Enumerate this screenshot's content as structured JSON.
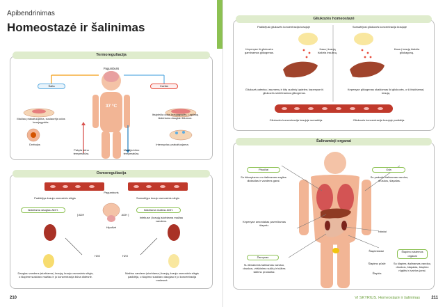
{
  "header": {
    "subtitle": "Apibendrinimas",
    "title": "Homeostazė ir šalinimas"
  },
  "thermo": {
    "title": "Termoreguliacija",
    "hypothalamus": "Pagumburis",
    "cold": "Šalta",
    "hot": "Karšta",
    "temp": "37 °C",
    "cold_desc": "Mažiau prakaituojama, susiaurėja odos kraujagyslės.",
    "shiver": "Drebulys",
    "rise": "Pakyla kūno temperatūra.",
    "fall": "Mažėja kūno temperatūra.",
    "hot_desc": "Išsiplečia odos kraujagyslės, į aplinką išskiriama daugiau šilumos.",
    "sweat": "Intensyviau prakaituojama."
  },
  "osmo": {
    "title": "Osmoreguliacija",
    "hypothalamus": "Pagumburis",
    "left_blood": "Padidėjęs kraujo osmosinis slėgis",
    "right_blood": "Sumažėjęs kraujo osmosinis slėgis",
    "more_adh": "Išskiriama daugiau ADH.",
    "less_adh": "Išskiriama mažiau ADH.",
    "adh_left": "[ ADH",
    "adh_right": "ADH ]",
    "pituitary": "Hipofizė",
    "intake": "Intekuse į kraują įsiurbiama mažiau vandens.",
    "h2o_left": "H2O",
    "h2o_right": "H2O",
    "left_result": "Daugiau vandens įsiurbiama į kraują; kraujo osmosinis slėgis, o šlapime susidaro mažiau ir jo koncentracija būna didesnė.",
    "right_result": "Mažiau vandens įsiurbiama į kraują; kraujo osmosinis slėgis padidėja, o šlapimo susidaro daugiau ir jo koncentracija mažesnė."
  },
  "glucose": {
    "title": "Gliukozės homeostazė",
    "high": "Padidėjusi gliukozės koncentracija kraujuje",
    "low": "Sumažėjusi gliukozės koncentracija kraujuje",
    "liver_left": "Kepenyse iš gliukozės gaminamas glikogenas.",
    "pancreas_left": "Kasa į kraują išskiria insuliną.",
    "pancreas_right": "Kasa į kraują išskiria gliukagoną.",
    "muscle": "Gliukozė patenka į raumenų ir kitų audinių ląsteles; kepenyse iš gliukozės sintetinamas glikogenas.",
    "liver_right": "Kepenyse glikogenas skaidomas iki gliukozės, o ši išskiriama į kraują.",
    "decrease": "Gliukozės koncentracija kraujuje sumažėja.",
    "increase": "Gliukozės koncentracija kraujuje padidėja."
  },
  "excretion": {
    "title": "Šalinamieji organai",
    "lungs": "Plaučiai",
    "lungs_desc": "Su iškvepiamu oru šalinamas anglies dioksidas ir vandens garai.",
    "skin": "Oda",
    "skin_desc": "Su prakaitu šalinamas vanduo, druskos, šlapalas.",
    "liver_desc": "Kepenyse amoniakas paverčiamas šlapalu.",
    "kidneys": "Inkstai",
    "intestine": "Žarnynas",
    "intestine_desc": "Su išmatomis šalinamas vanduo, druskos, virškinimo sulčių ir tulžies skilimo produktai.",
    "ureters": "Šlapimtakiai",
    "bladder": "Šlapimo pūslė",
    "urethra": "Šlapkis",
    "urinary_system": "Šlapimo sistemos organai",
    "urine_desc": "Su šlapimu šalinamas vanduo, druskos, šlapalas, šlapimo rūgštis ir įvairios jonai."
  },
  "footer": {
    "left_page": "210",
    "right_page": "211",
    "running": "VI SKYRIUS. Homeostazė ir šalinimas"
  },
  "colors": {
    "accent": "#8cc152",
    "band": "#dfeccd",
    "blood": "#c0392b",
    "liver": "#a0442c"
  }
}
